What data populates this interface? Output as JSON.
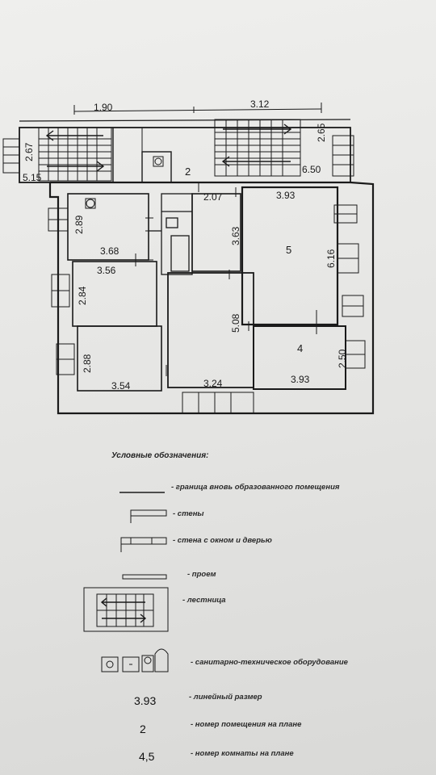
{
  "plan": {
    "top_dims": [
      "1.90",
      "3.12"
    ],
    "dims": {
      "d_2_67": "2.67",
      "d_5_15": "5.15",
      "d_2_65": "2.65",
      "d_6_50": "6.50",
      "d_2_07": "2.07",
      "d_3_93_top": "3.93",
      "d_2_89": "2.89",
      "d_3_68": "3.68",
      "d_3_56": "3.56",
      "d_3_63": "3.63",
      "d_6_16": "6.16",
      "d_2_84": "2.84",
      "d_5_08": "5.08",
      "d_2_88": "2.88",
      "d_3_54": "3.54",
      "d_3_24": "3.24",
      "d_2_50": "2.50",
      "d_3_93_bottom": "3.93"
    },
    "rooms": {
      "r2": "2",
      "r4": "4",
      "r5": "5"
    }
  },
  "legend": {
    "title": "Условные обозначения:",
    "items": {
      "boundary": "- граница вновь образованного помещения",
      "walls": "- стены",
      "wall_window_door": "- стена с окном и дверью",
      "opening": "- проем",
      "stairs": "- лестница",
      "sanitary": "- санитарно-техническое оборудование",
      "linear_label": "- линейный размер",
      "room_number_label": "- номер помещения на плане",
      "room_of_flat_label": "- номер комнаты на плане"
    },
    "samples": {
      "linear": "3.93",
      "room_number": "2",
      "room_of_flat": "4,5"
    }
  },
  "colors": {
    "line": "#1a1a1a",
    "paper": "#e8e8e6"
  }
}
